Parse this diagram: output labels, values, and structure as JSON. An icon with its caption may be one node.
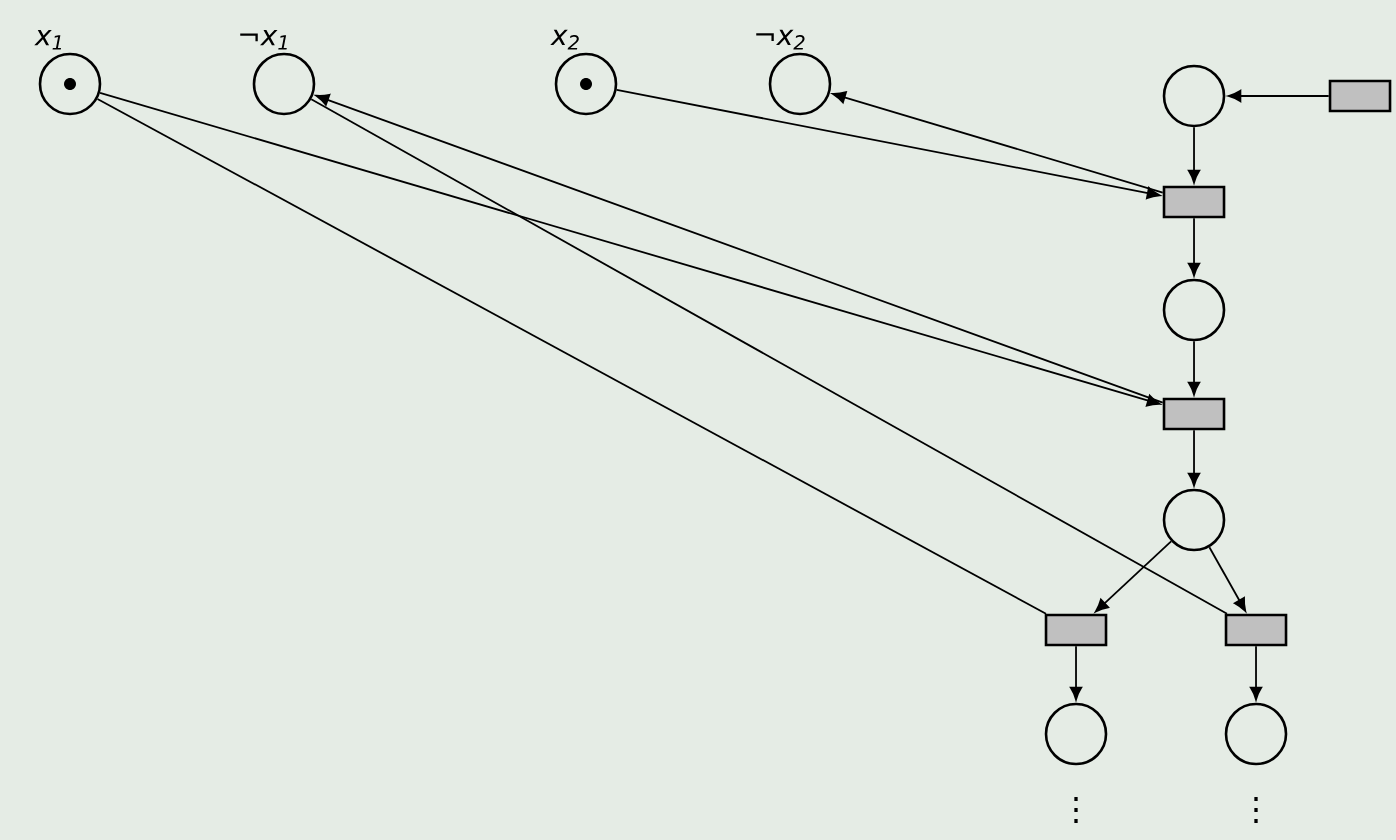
{
  "diagram": {
    "nodes": [
      {
        "text": [
          "x$_{1}$"
        ]
      },
      {
        "text": [
          "¬x$_{1}$"
        ]
      },
      {
        "text": [
          "x$_{2}$"
        ]
      },
      {
        "text": [
          "¬x$_{2}$"
        ]
      },
      {
        "text": [],
        "shape": "circle"
      },
      {
        "text": [],
        "shape": "box"
      },
      {
        "text": [],
        "shape": "box"
      },
      {
        "text": [],
        "shape": "circle"
      },
      {
        "text": [],
        "shape": "box"
      },
      {
        "text": [],
        "shape": "circle"
      },
      {
        "text": [],
        "shape": "box"
      },
      {
        "text": [],
        "shape": "box"
      },
      {
        "text": [],
        "shape": "circle"
      },
      {
        "text": [],
        "shape": "circle"
      }
    ],
    "edges": [
      {
        "from": 5,
        "to": 4,
        "arrow": "to"
      },
      {
        "from": 4,
        "to": 6,
        "arrow": "to"
      },
      {
        "from": 2,
        "to": 6,
        "arrow": "to"
      },
      {
        "from": 6,
        "to": 3,
        "arrow": "to"
      },
      {
        "from": 6,
        "to": 7,
        "arrow": "to"
      },
      {
        "from": 7,
        "to": 8,
        "arrow": "to"
      },
      {
        "from": 0,
        "to": 8,
        "arrow": "to"
      },
      {
        "from": 8,
        "to": 1,
        "arrow": "to"
      },
      {
        "from": 8,
        "to": 9,
        "arrow": "to"
      },
      {
        "from": 9,
        "to": 10,
        "arrow": "to"
      },
      {
        "from": 9,
        "to": 11,
        "arrow": "to"
      },
      {
        "from": 0,
        "to": 10,
        "arrow": "none"
      },
      {
        "from": 1,
        "to": 11,
        "arrow": "none"
      },
      {
        "from": 10,
        "to": 12,
        "arrow": "to"
      },
      {
        "from": 11,
        "to": 13,
        "arrow": "to"
      }
    ],
    "labels": [
      "⋮",
      "⋮"
    ]
  }
}
